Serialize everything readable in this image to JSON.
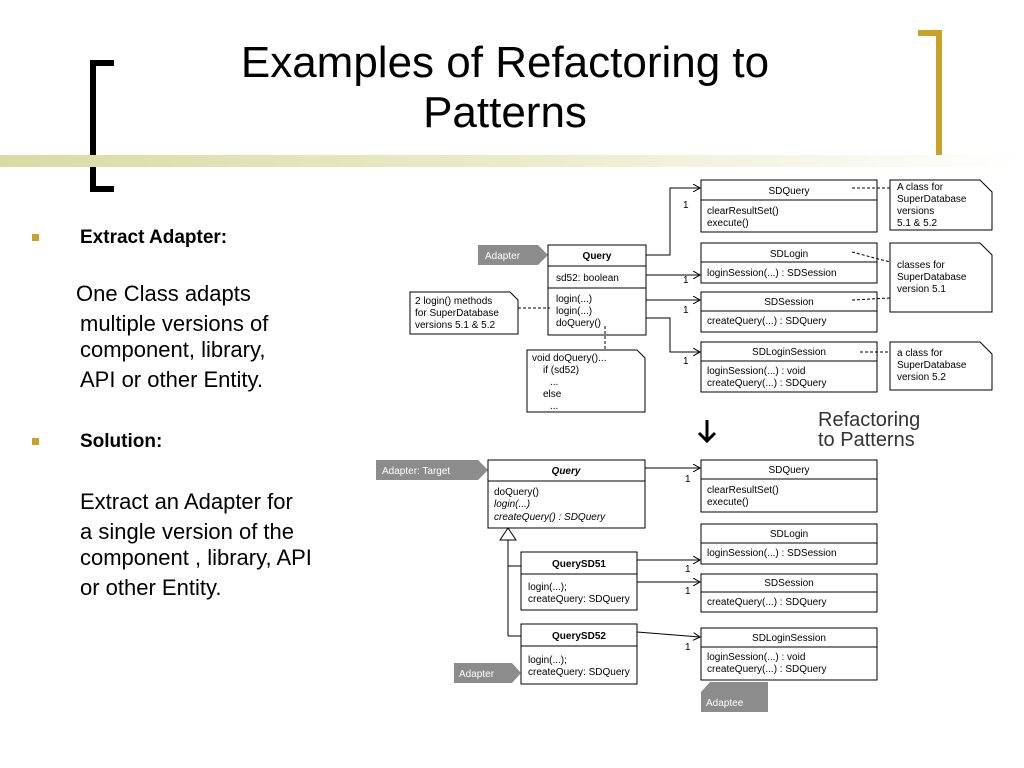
{
  "slide": {
    "title_line1": "Examples of Refactoring to",
    "title_line2": "Patterns",
    "bullets": [
      {
        "heading": "Extract Adapter:",
        "body": [
          "One Class adapts",
          "multiple versions of",
          "component, library,",
          "API or other Entity."
        ]
      },
      {
        "heading": "Solution:",
        "body": [
          "Extract an Adapter for",
          "a single version of  the",
          "component , library, API",
          "or other Entity."
        ]
      }
    ]
  },
  "diagram_top": {
    "adapter_tag": "Adapter",
    "query": {
      "name": "Query",
      "attr": "sd52: boolean",
      "ops": [
        "login(...)",
        "login(...)",
        "doQuery()"
      ]
    },
    "note_login": [
      "2 login() methods",
      "for SuperDatabase",
      "versions 5.1 & 5.2"
    ],
    "note_doquery": [
      "void doQuery()...",
      "if (sd52)",
      "...",
      "else",
      "..."
    ],
    "classes": [
      {
        "name": "SDQuery",
        "ops": [
          "clearResultSet()",
          "execute()"
        ]
      },
      {
        "name": "SDLogin",
        "ops": [
          "loginSession(...) : SDSession"
        ]
      },
      {
        "name": "SDSession",
        "ops": [
          "createQuery(...) : SDQuery"
        ]
      },
      {
        "name": "SDLoginSession",
        "ops": [
          "loginSession(...) : void",
          "createQuery(...) : SDQuery"
        ]
      }
    ],
    "notes_right": [
      [
        "A class for",
        "SuperDatabase",
        "versions",
        "5.1 & 5.2"
      ],
      [
        "classes for",
        "SuperDatabase",
        "version  5.1"
      ],
      [
        "a class for",
        "SuperDatabase",
        "version  5.2"
      ]
    ],
    "multiplicity": "1"
  },
  "logo": {
    "line1": "Refactoring",
    "line2": "to Patterns"
  },
  "diagram_bottom": {
    "target_tag": "Adapter: Target",
    "query": {
      "name": "Query",
      "ops": [
        "doQuery()",
        "login(...)",
        "createQuery() : SDQuery"
      ]
    },
    "sd51": {
      "name": "QuerySD51",
      "ops": [
        "login(...);",
        "createQuery: SDQuery"
      ]
    },
    "sd52": {
      "name": "QuerySD52",
      "ops": [
        "login(...);",
        "createQuery: SDQuery"
      ]
    },
    "adapter_tag": "Adapter",
    "adaptee_tag": "Adaptee",
    "classes": [
      {
        "name": "SDQuery",
        "ops": [
          "clearResultSet()",
          "execute()"
        ]
      },
      {
        "name": "SDLogin",
        "ops": [
          "loginSession(...) : SDSession"
        ]
      },
      {
        "name": "SDSession",
        "ops": [
          "createQuery(...) : SDQuery"
        ]
      },
      {
        "name": "SDLoginSession",
        "ops": [
          "loginSession(...) : void",
          "createQuery(...) : SDQuery"
        ]
      }
    ],
    "multiplicity": "1"
  }
}
